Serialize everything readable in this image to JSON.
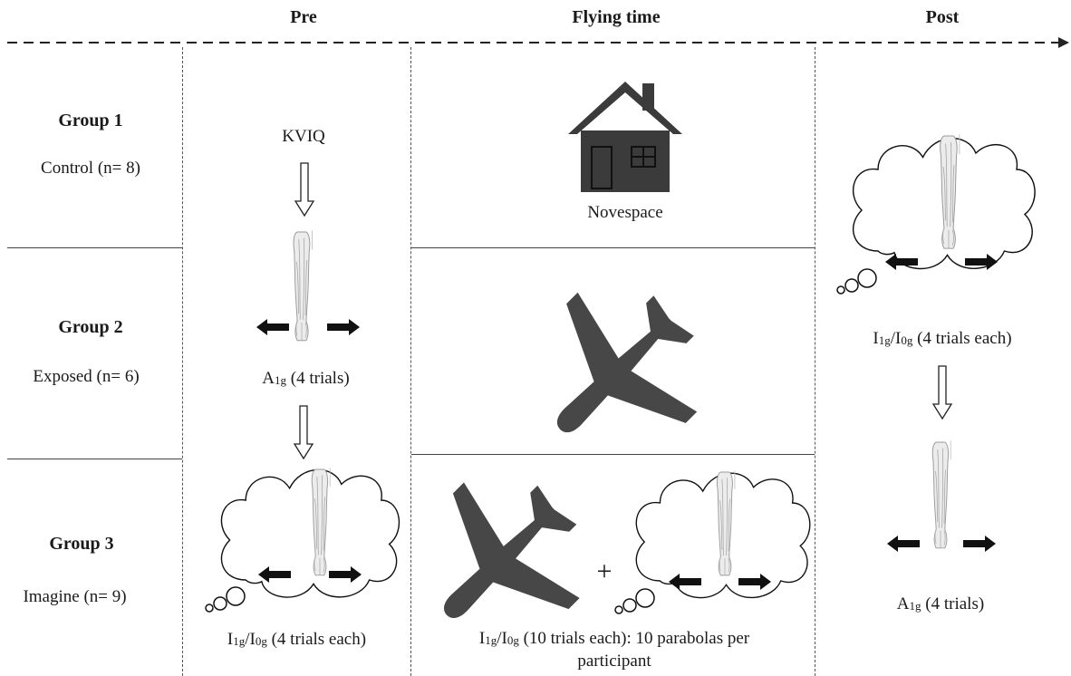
{
  "columns": {
    "pre": "Pre",
    "flying": "Flying time",
    "post": "Post"
  },
  "groups": [
    {
      "title": "Group 1",
      "description": "Control (n= 8)"
    },
    {
      "title": "Group 2",
      "description": "Exposed (n= 6)"
    },
    {
      "title": "Group 3",
      "description": "Imagine (n= 9)"
    }
  ],
  "pre": {
    "kviq": "KVIQ",
    "a_main": "A",
    "a_sub": "1g",
    "a_rest": " (4 trials)",
    "i_main1": "I",
    "i_sub1": "1g",
    "i_slash": "/I",
    "i_sub2": "0g",
    "i_rest": " (4 trials each)"
  },
  "flying": {
    "novespace": "Novespace",
    "plus": "+",
    "i_main1": "I",
    "i_sub1": "1g",
    "i_slash": "/I",
    "i_sub2": "0g",
    "i_rest": " (10 trials each): 10 parabolas per",
    "i_rest2": "participant"
  },
  "post": {
    "i_main1": "I",
    "i_sub1": "1g",
    "i_slash": "/I",
    "i_sub2": "0g",
    "i_rest": " (4 trials each)",
    "a_main": "A",
    "a_sub": "1g",
    "a_rest": " (4 trials)"
  },
  "colors": {
    "icon": "#3b3b3b",
    "plane": "#474747",
    "arm": "#9a9a9a",
    "arrow": "#111111"
  }
}
